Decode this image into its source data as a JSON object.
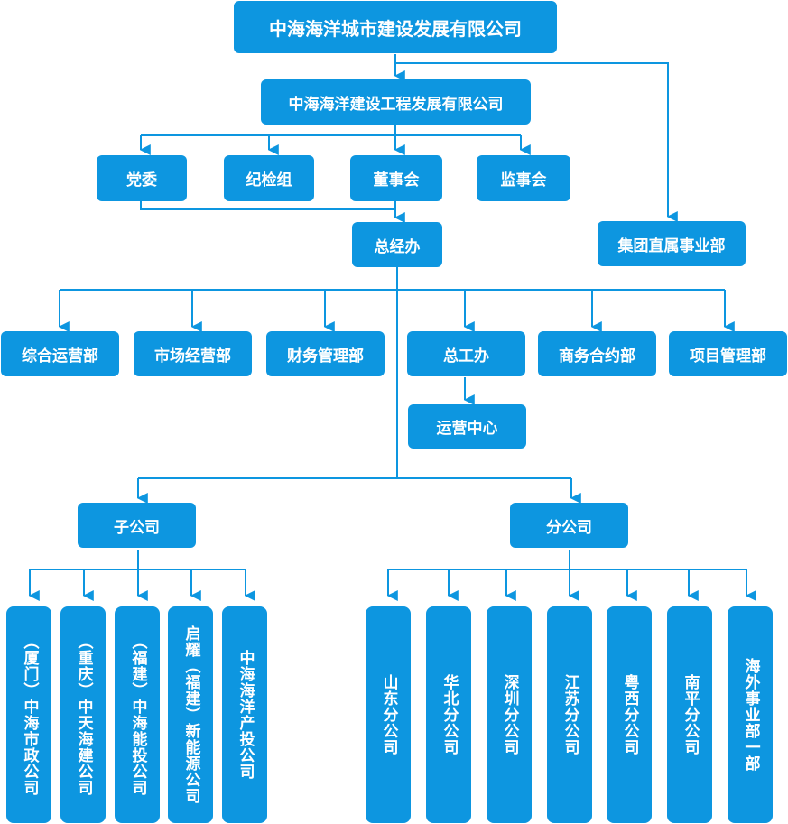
{
  "top": "中海海洋城市建设发展有限公司",
  "second": "中海海洋建设工程发展有限公司",
  "level3": [
    "党委",
    "纪检组",
    "董事会",
    "监事会"
  ],
  "gm_office": "总经办",
  "group_direct": "集团直属事业部",
  "departments": [
    "综合运营部",
    "市场经营部",
    "财务管理部",
    "总工办",
    "商务合约部",
    "项目管理部"
  ],
  "ops_center": "运营中心",
  "subsidiaries_label": "子公司",
  "branches_label": "分公司",
  "subsidiaries": [
    "（厦门）中海市政公司",
    "（重庆）中天海建公司",
    "（福建）中海能投公司",
    "启耀（福建）新能源公司",
    "中海海洋产投公司"
  ],
  "branches": [
    "山东分公司",
    "华北分公司",
    "深圳分公司",
    "江苏分公司",
    "粤西分公司",
    "南平分公司",
    "海外事业部一部"
  ],
  "colors": {
    "box": "#0d96e0",
    "line": "#0d96e0"
  }
}
